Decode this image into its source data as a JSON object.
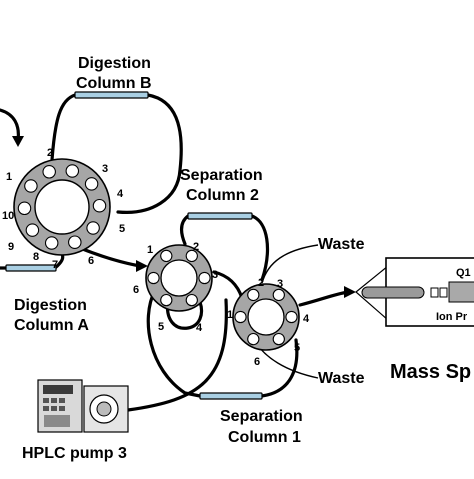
{
  "colors": {
    "column_fill": "#a9cfe3",
    "valve_ring": "#a6a6a6",
    "hole_fill": "#ffffff",
    "tube": "#000000",
    "pump_body": "#cfcfcf"
  },
  "labels": {
    "digestion_b": [
      "Digestion",
      "Column B"
    ],
    "digestion_a": [
      "Digestion",
      "Column A"
    ],
    "separation_2": [
      "Separation",
      "Column 2"
    ],
    "separation_1": [
      "Separation",
      "Column 1"
    ],
    "waste_top": "Waste",
    "waste_bottom": "Waste",
    "mass_spec": "Mass Sp",
    "hplc_pump": "HPLC pump 3",
    "q1": "Q1",
    "ion": "Ion Pr"
  },
  "valves": {
    "ten_port": {
      "ports": [
        "1",
        "2",
        "3",
        "4",
        "5",
        "6",
        "7",
        "8",
        "9",
        "10"
      ]
    },
    "six_port_a": {
      "ports": [
        "1",
        "2",
        "3",
        "4",
        "5",
        "6"
      ]
    },
    "six_port_b": {
      "ports": [
        "1",
        "2",
        "3",
        "4",
        "5",
        "6"
      ]
    }
  },
  "icons": {
    "pump_front": "pump-control-panel-icon",
    "pump_side": "pump-head-icon",
    "spray": "electrospray-icon"
  }
}
